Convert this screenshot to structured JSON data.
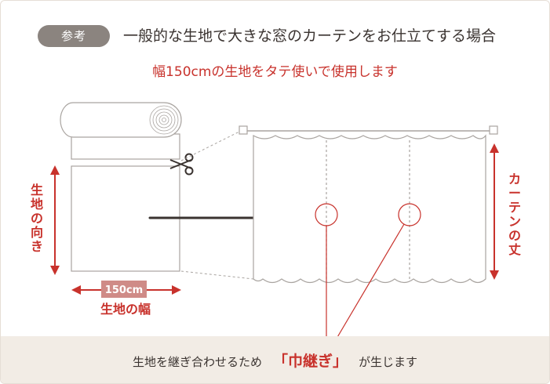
{
  "header": {
    "badge": "参考",
    "title": "一般的な生地で大きな窓のカーテンをお仕立てする場合"
  },
  "subtitle": "幅150cmの生地をタテ使いで使用します",
  "labels": {
    "fabric_direction": [
      "生",
      "地",
      "の",
      "向",
      "き"
    ],
    "curtain_length": [
      "カ",
      "ー",
      "テ",
      "ン",
      "の",
      "丈"
    ],
    "width_value": "150cm",
    "fabric_width": "生地の幅"
  },
  "footer": {
    "before": "生地を継ぎ合わせるため",
    "emphasis": "「巾継ぎ」",
    "after": "が生じます"
  },
  "colors": {
    "accent_red": "#c8322c",
    "line_gray": "#a9a4a0",
    "badge_gray": "#8b847f",
    "footer_bg": "#f2ece5",
    "width_label_bg": "#cf8b87"
  }
}
